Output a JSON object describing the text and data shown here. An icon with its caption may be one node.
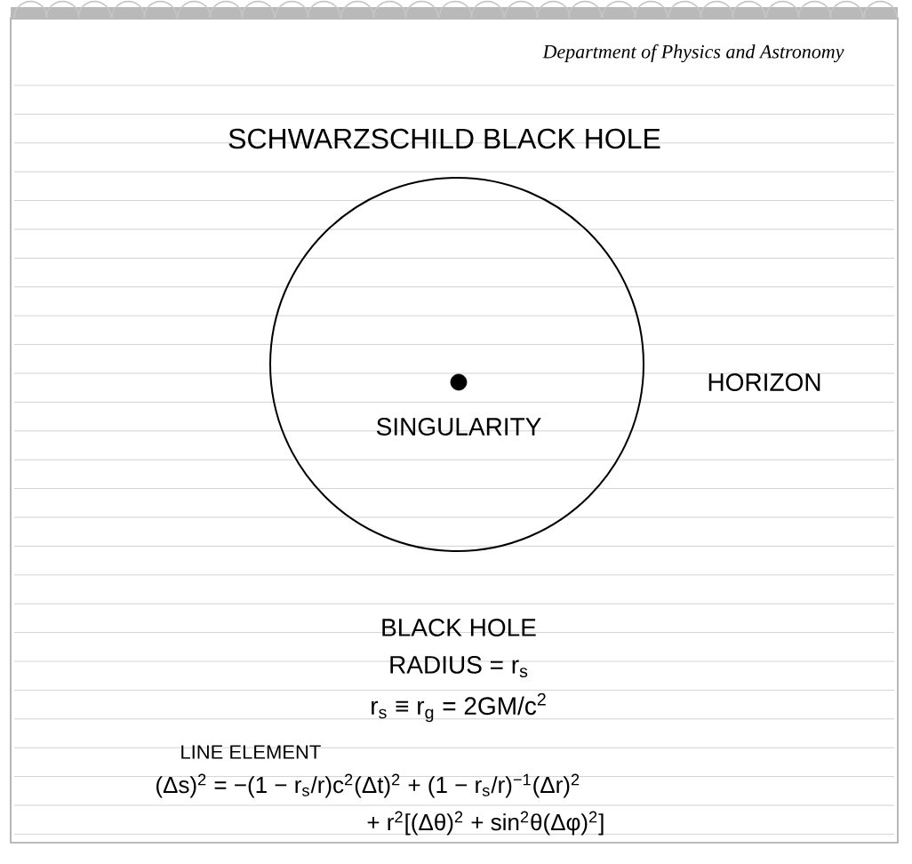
{
  "diagram": {
    "title": "SCHWARZSCHILD BLACK HOLE",
    "nodes": [
      {
        "text": [],
        "shape": "circle",
        "beside": [
          "HORIZON"
        ]
      },
      {
        "text": [],
        "shape": "circle",
        "in": 0,
        "beside": [
          "SINGULARITY"
        ]
      }
    ],
    "labels": [
      "Department of Physics and Astronomy",
      "BLACK HOLE",
      "RADIUS = r$_{s}$",
      "r$_{s}$ ≡ r$_{g}$ = 2GM/c$^{2}$",
      "LINE ELEMENT",
      "(Δs)$^{2}$ = −(1 − r$_{s}$/r)c$^{2}$(Δt)$^{2}$ + (1 − r$_{s}$/r)$^{−1}$(Δr)$^{2}$",
      "+ r$^{2}$[(Δθ)$^{2}$ + sin$^{2}$θ(Δφ)$^{2}$]"
    ]
  }
}
